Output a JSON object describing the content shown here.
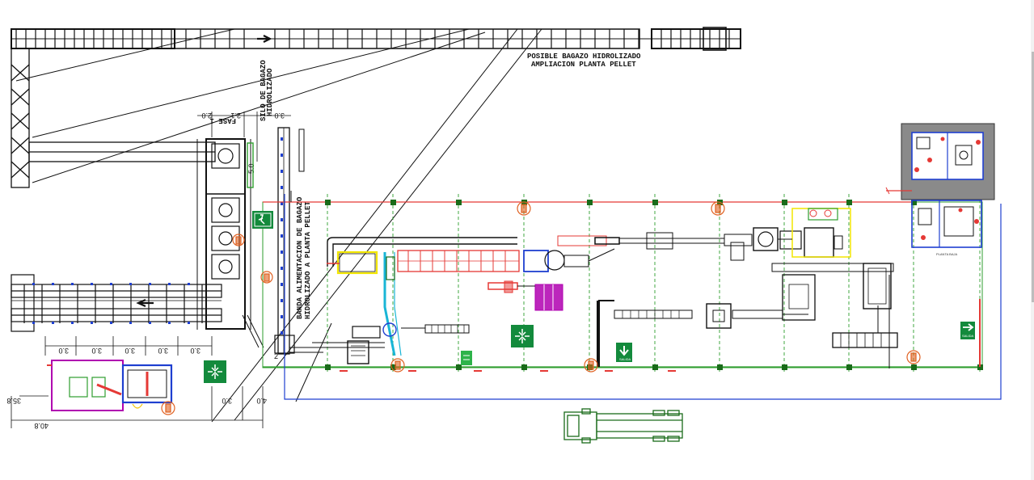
{
  "labels": {
    "posible_l1": "POSIBLE  BAGAZO  HIDROLIZADO",
    "posible_l2": "AMPLIACION  PLANTA  PELLET",
    "silo_l1": "SILO DE BAGAZO",
    "silo_l2": "HIDROLIZADO",
    "banda_l1": "BANDA  ALIMENTACION  DE  BAGAZO",
    "banda_l2": "HIDROLIZADO  A  PLANTA  PELLET",
    "fase": "FASE 1",
    "salida_1": "SALIDA",
    "salida_2": "SALIDA",
    "planta_baja": "PLANTA BAJA"
  },
  "dimensions": {
    "d_2_0_top": "2.0",
    "d_2_1": "2.1",
    "d_3_0_top": "3.0",
    "d_5_0": "5.0",
    "bottom_3_0_a": "3.0",
    "bottom_3_0_b": "3.0",
    "bottom_3_0_c": "3.0",
    "bottom_3_0_d": "3.0",
    "bottom_3_0_e": "3.0",
    "d_3_0_right": "3.0",
    "d_4_0": "4.0",
    "d_35_8": "35.8",
    "d_40_8": "40.8",
    "d_2": "2"
  },
  "colors": {
    "grid_red": "#e53935",
    "grid_green": "#2e9e2e",
    "blue": "#1e3fd0",
    "equipment_red": "#d32f2f",
    "yellow": "#f2e600",
    "magenta": "#b000b0",
    "cyan": "#19b5d6",
    "sign_green": "#138a3c",
    "extinguisher": "#e06020",
    "office_gray": "#8a8a8a"
  },
  "icons": [
    "emergency-exit-sign-icon",
    "assembly-point-icon",
    "fire-extinguisher-icon",
    "truck-icon"
  ]
}
